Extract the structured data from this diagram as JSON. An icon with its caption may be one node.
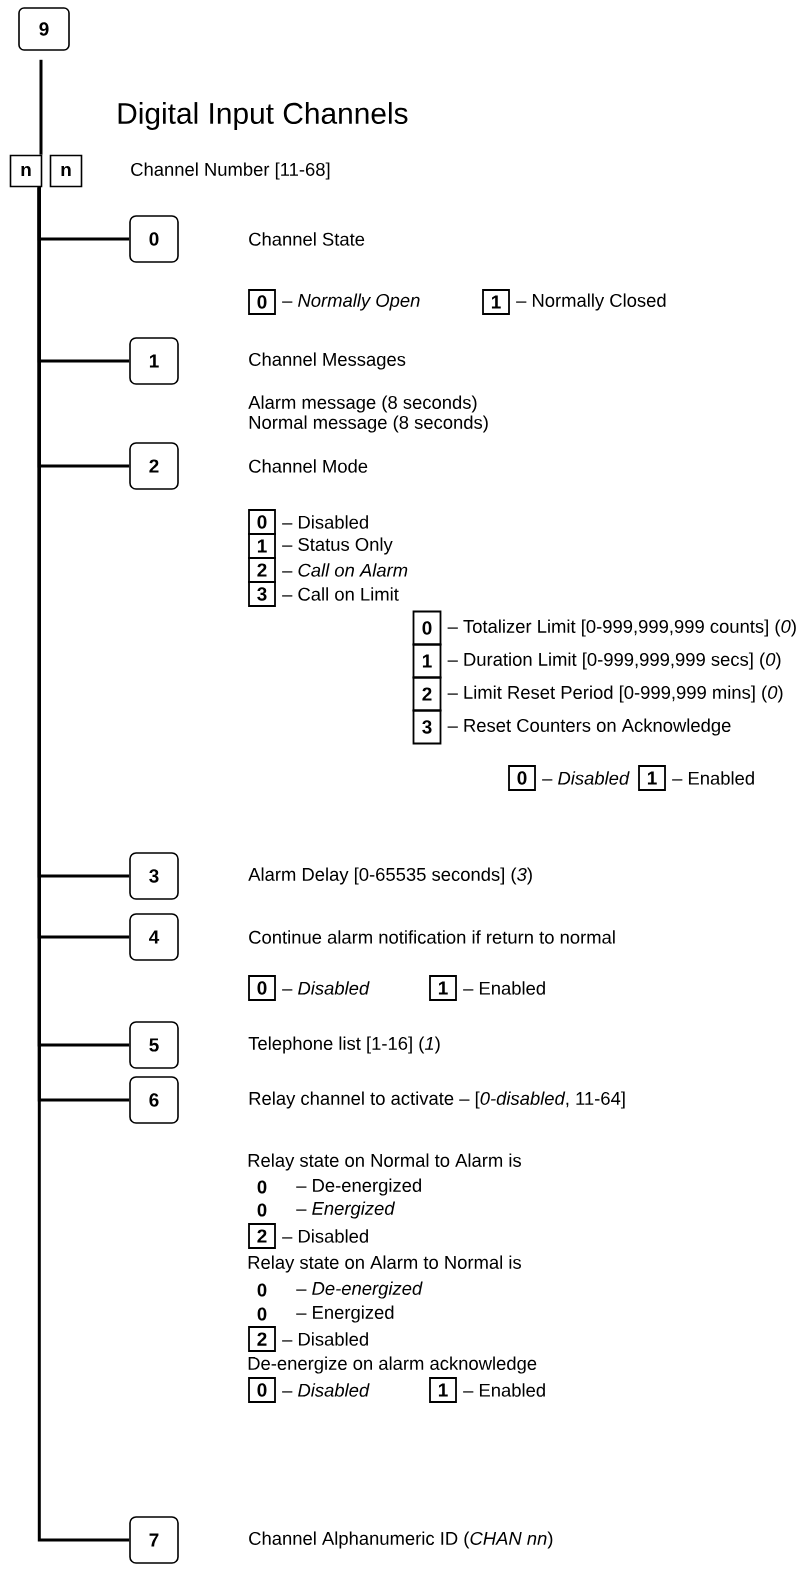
{
  "diagram": {
    "title": "Digital Input Channels",
    "nodes": [
      {
        "text": [
          "9"
        ]
      },
      {
        "text": [
          "n"
        ]
      },
      {
        "text": [
          "n"
        ]
      },
      {
        "text": [
          "0"
        ]
      },
      {
        "text": [
          "0"
        ],
        "beside": [
          "– *Normally Open*"
        ]
      },
      {
        "text": [
          "1"
        ],
        "beside": [
          "– Normally Closed"
        ]
      },
      {
        "text": [
          "1"
        ]
      },
      {
        "text": [
          "2"
        ]
      },
      {
        "text": [
          "0"
        ],
        "beside": [
          "– Disabled"
        ]
      },
      {
        "text": [
          "1"
        ],
        "beside": [
          "– Status Only"
        ]
      },
      {
        "text": [
          "2"
        ],
        "beside": [
          "– *Call on Alarm*"
        ]
      },
      {
        "text": [
          "3"
        ],
        "beside": [
          "– Call on Limit"
        ]
      },
      {
        "text": [
          "0"
        ],
        "beside": [
          "– Totalizer Limit [0-999,999,999 counts] (*0*)"
        ]
      },
      {
        "text": [
          "1"
        ],
        "beside": [
          "– Duration Limit [0-999,999,999 secs] (*0*)"
        ]
      },
      {
        "text": [
          "2"
        ],
        "beside": [
          "– Limit Reset Period [0-999,999 mins] (*0*)"
        ]
      },
      {
        "text": [
          "3"
        ],
        "beside": [
          "– Reset Counters on Acknowledge"
        ]
      },
      {
        "text": [
          "0"
        ],
        "beside": [
          "– *Disabled*"
        ]
      },
      {
        "text": [
          "1"
        ],
        "beside": [
          "– Enabled"
        ]
      },
      {
        "text": [
          "3"
        ]
      },
      {
        "text": [
          "4"
        ]
      },
      {
        "text": [
          "0"
        ],
        "beside": [
          "– *Disabled*"
        ]
      },
      {
        "text": [
          "1"
        ],
        "beside": [
          "– Enabled"
        ]
      },
      {
        "text": [
          "5"
        ]
      },
      {
        "text": [
          "6"
        ]
      },
      {
        "text": [
          "2"
        ],
        "beside": [
          "– Disabled"
        ]
      },
      {
        "text": [
          "2"
        ],
        "beside": [
          "– Disabled"
        ]
      },
      {
        "text": [
          "0"
        ],
        "beside": [
          "– *Disabled*"
        ]
      },
      {
        "text": [
          "1"
        ],
        "beside": [
          "– Enabled"
        ]
      },
      {
        "text": [
          "7"
        ]
      }
    ],
    "edges": [
      {
        "from": 0,
        "to": 1,
        "arrow": "none"
      },
      {
        "from": 1,
        "to": 3,
        "arrow": "none"
      },
      {
        "from": 1,
        "to": 6,
        "arrow": "none"
      },
      {
        "from": 1,
        "to": 7,
        "arrow": "none"
      },
      {
        "from": 1,
        "to": 18,
        "arrow": "none"
      },
      {
        "from": 1,
        "to": 19,
        "arrow": "none"
      },
      {
        "from": 1,
        "to": 22,
        "arrow": "none"
      },
      {
        "from": 1,
        "to": 23,
        "arrow": "none"
      },
      {
        "from": 1,
        "to": 28,
        "arrow": "none"
      }
    ],
    "labels": [
      "Channel Number [11-68]",
      "Channel State",
      "Channel Messages",
      "Alarm message (8 seconds)",
      "Normal message (8 seconds)",
      "Channel Mode",
      "Alarm Delay [0-65535 seconds] (*3*)",
      "Continue alarm notification if return to normal",
      "Telephone list [1-16] (*1*)",
      "Relay channel to activate – [*0-disabled*, 11-64]",
      "Relay state on Normal to Alarm is",
      "0",
      "– De-energized",
      "0",
      "– *Energized*",
      "Relay state on Alarm to Normal is",
      "0",
      "– *De-energized*",
      "0",
      "– Energized",
      "De-energize on alarm acknowledge",
      "Channel Alphanumeric ID (*CHAN nn*)"
    ]
  }
}
